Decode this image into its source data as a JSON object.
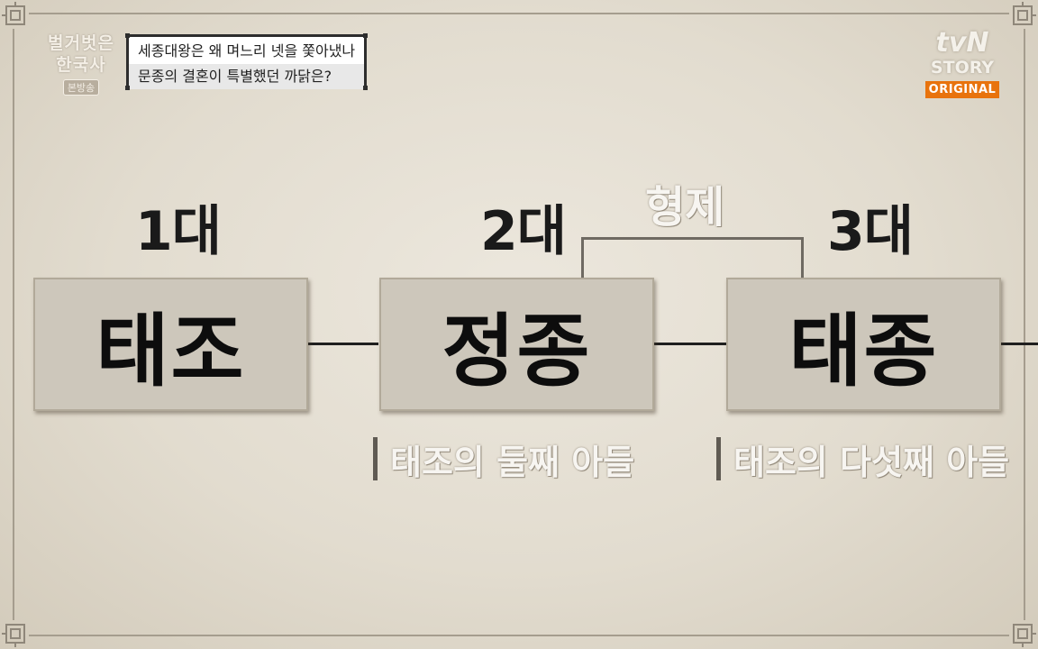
{
  "program_logo": {
    "title_line1": "벌거벗은",
    "title_line2": "한국사",
    "badge": "본방송"
  },
  "caption": {
    "line1": "세종대왕은 왜 며느리 넷을 쫓아냈나",
    "line2": "문종의 결혼이 특별했던 까닭은?"
  },
  "network_logo": {
    "brand": "tvN",
    "channel": "STORY",
    "tag": "ORIGINAL",
    "tag_color": "#e8730d"
  },
  "diagram": {
    "relation_label": "형제",
    "generations": [
      {
        "gen_label": "1대",
        "king": "태조",
        "note": ""
      },
      {
        "gen_label": "2대",
        "king": "정종",
        "note": "태조의 둘째 아들"
      },
      {
        "gen_label": "3대",
        "king": "태종",
        "note": "태조의 다섯째 아들"
      }
    ]
  }
}
